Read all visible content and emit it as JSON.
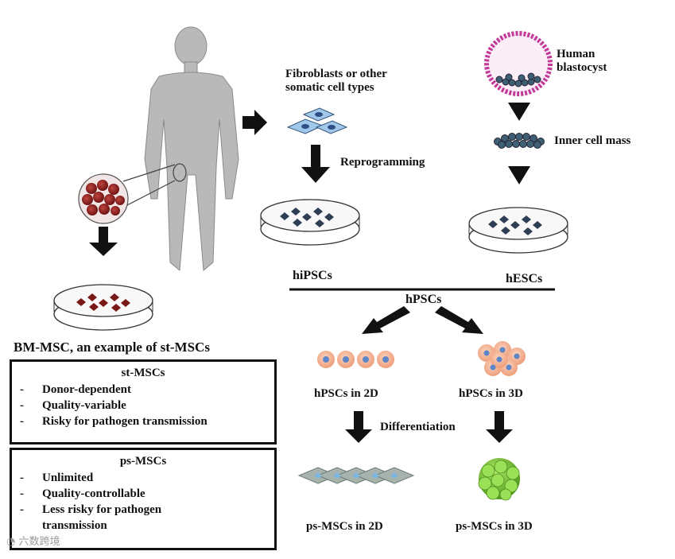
{
  "labels": {
    "fibroblasts": [
      "Fibroblasts or other",
      "somatic cell types"
    ],
    "reprogramming": "Reprogramming",
    "hipscs": "hiPSCs",
    "human_blastocyst": [
      "Human",
      "blastocyst"
    ],
    "inner_cell_mass": "Inner cell mass",
    "hescs": "hESCs",
    "bm_msc": "BM-MSC, an example of st-MSCs",
    "hpscs": "hPSCs",
    "hpscs_2d": "hPSCs in 2D",
    "hpscs_3d": "hPSCs in 3D",
    "differentiation": "Differentiation",
    "ps_mscs_2d": "ps-MSCs in 2D",
    "ps_mscs_3d": "ps-MSCs in 3D"
  },
  "st_box": {
    "title": "st-MSCs",
    "items": [
      "Donor-dependent",
      "Quality-variable",
      "Risky for pathogen transmission"
    ]
  },
  "ps_box": {
    "title": "ps-MSCs",
    "items": [
      "Unlimited",
      "Quality-controllable",
      "Less risky for pathogen transmission"
    ]
  },
  "watermark": "六数跨境",
  "colors": {
    "red_cells": "#8b1d1d",
    "dark_cells": "#2e3f55",
    "blastocyst_ring": "#c2399a",
    "peach_cells": "#f3b08f",
    "nucleus_blue": "#5d86c8",
    "green_spheroid": "#77c23a",
    "grey_human": "#b9b9b9"
  }
}
